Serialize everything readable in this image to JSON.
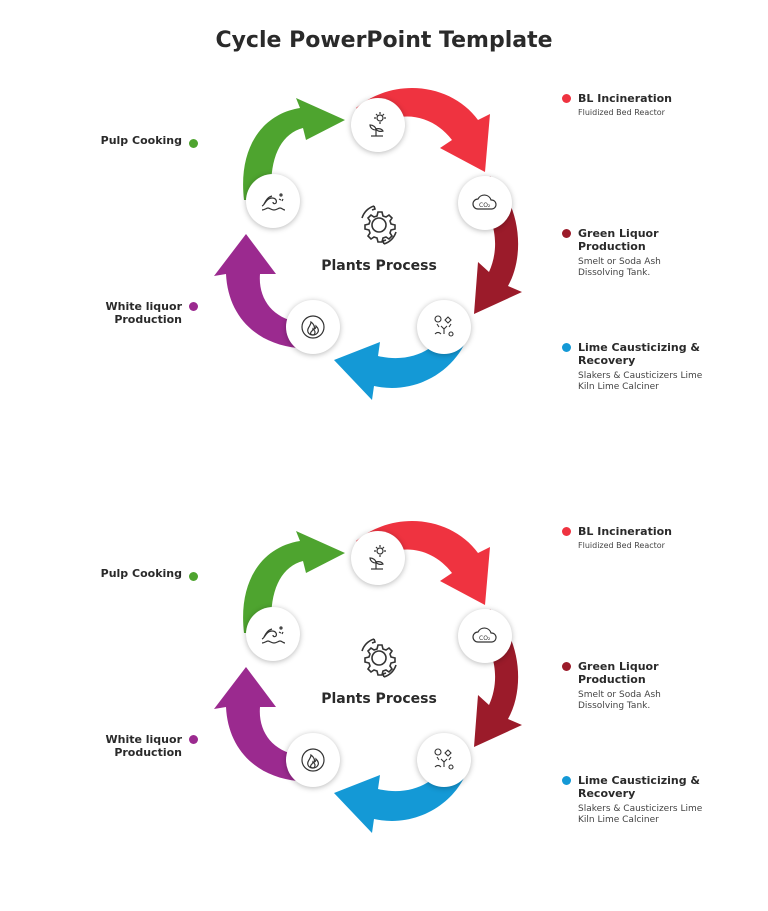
{
  "title": "Cycle PowerPoint Template",
  "center_label": "Plants Process",
  "colors": {
    "green": "#4ea42f",
    "red": "#ef3340",
    "darkred": "#9b1b2a",
    "blue": "#1499d6",
    "purple": "#9b2a8f"
  },
  "left_items": [
    {
      "label": "Pulp Cooking",
      "color": "green"
    },
    {
      "label_line1": "White liquor",
      "label_line2": "Production",
      "color": "purple"
    }
  ],
  "right_items": [
    {
      "heading": "BL Incineration",
      "desc": "Fluidized Bed Reactor",
      "color": "red"
    },
    {
      "heading_line1": "Green Liquor",
      "heading_line2": "Production",
      "desc_line1": "Smelt or Soda Ash",
      "desc_line2": "Dissolving Tank.",
      "color": "darkred"
    },
    {
      "heading_line1": "Lime Causticizing &",
      "heading_line2": "Recovery",
      "desc_line1": "Slakers & Causticizers Lime",
      "desc_line2": "Kiln Lime Calciner",
      "color": "blue"
    }
  ],
  "icons": [
    "plant-sun-icon",
    "co2-cloud-icon",
    "recycle-cycle-icon",
    "fire-icon",
    "wave-icon",
    "gear-cycle-icon"
  ]
}
